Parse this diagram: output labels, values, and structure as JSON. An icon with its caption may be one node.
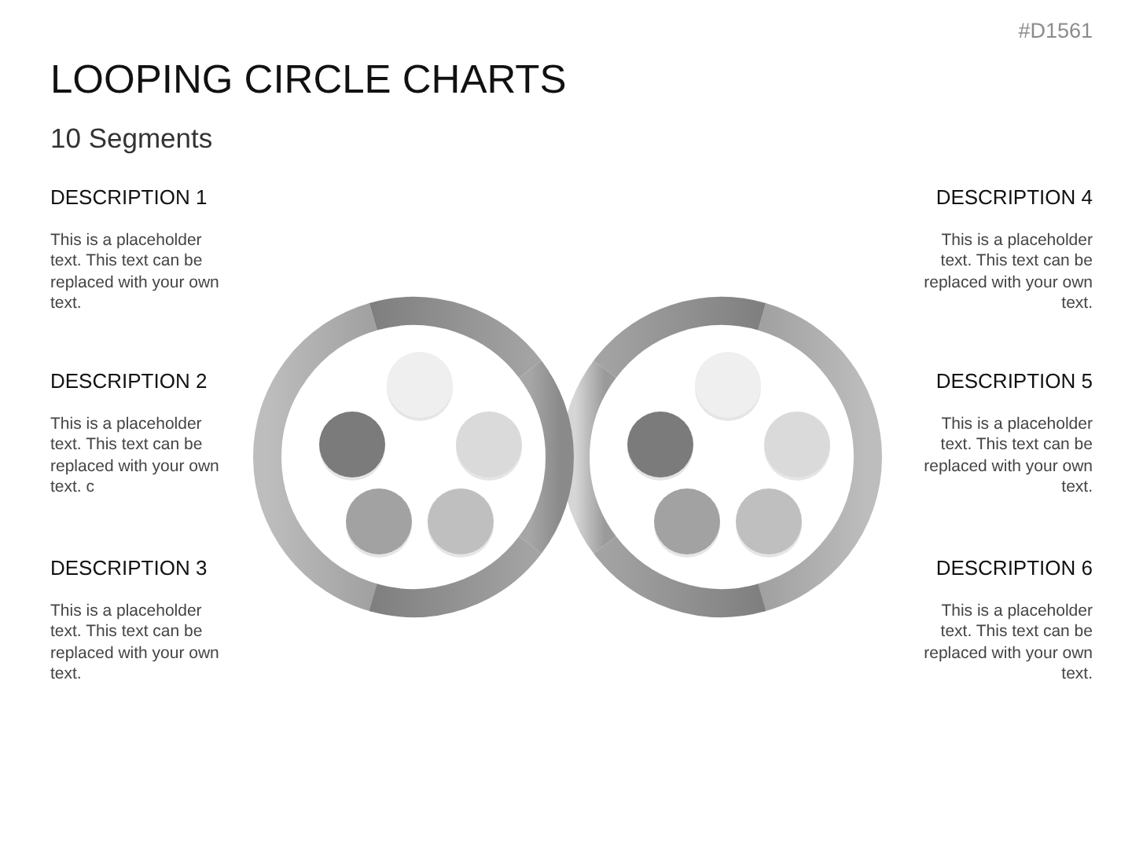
{
  "diagram": {
    "title": "LOOPING CIRCLE CHARTS",
    "labels": [
      "#D1561",
      "10 Segments",
      "DESCRIPTION 1",
      "This is a placeholder text. This text can be replaced with your own text.",
      "DESCRIPTION 2",
      "This is a placeholder text. This text can be replaced with your own text. c",
      "DESCRIPTION 3",
      "This is a placeholder text. This text can be replaced with your own text.",
      "DESCRIPTION 4",
      "This is a placeholder text. This text can be replaced with your own text.",
      "DESCRIPTION 5",
      "This is a placeholder text. This text can be replaced with your own text.",
      "DESCRIPTION 6",
      "This is a placeholder text. This text can be replaced with your own text."
    ]
  }
}
